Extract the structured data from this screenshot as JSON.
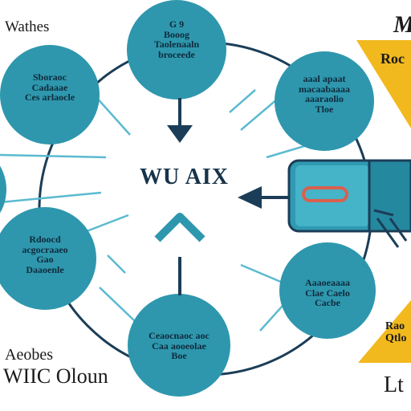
{
  "center": {
    "title": "WU AIX"
  },
  "corners": {
    "top_left": "Wathes",
    "top_right": "M",
    "bottom_left_line1": "Aeobes",
    "bottom_left_line2": "WIIC Oloun",
    "bottom_right": "Lt"
  },
  "bubbles": [
    {
      "id": "top",
      "text": "G 9\nBooog\nTaolenaaln\nbroceede"
    },
    {
      "id": "upper-left",
      "text": "Sboraoc\nCadaaae\nCes arlaocle"
    },
    {
      "id": "upper-right",
      "text": "aaal apaat\nmacaabaaaa\naaaraolio\nTloe"
    },
    {
      "id": "lower-left",
      "text": "Rdoocd\nacgocraaeo\nGao\nDaaoenle"
    },
    {
      "id": "lower-right",
      "text": "Aaaoeaaaa\nClae Caelo\nCacbe"
    },
    {
      "id": "bottom",
      "text": "Ceaocnaoc aoc\nCaa aooeolae\nBoe"
    }
  ],
  "callouts": {
    "right_top": "Roc",
    "right_bottom": "Rao\nQtlo"
  },
  "colors": {
    "bubble": "#2e97ad",
    "ring": "#1b3d57",
    "accent_yellow": "#f2b91e",
    "device_body": "#2f9ab2"
  },
  "icons": [
    "arrow-down-icon",
    "arrow-up-icon",
    "arrow-left-icon",
    "device-icon"
  ]
}
